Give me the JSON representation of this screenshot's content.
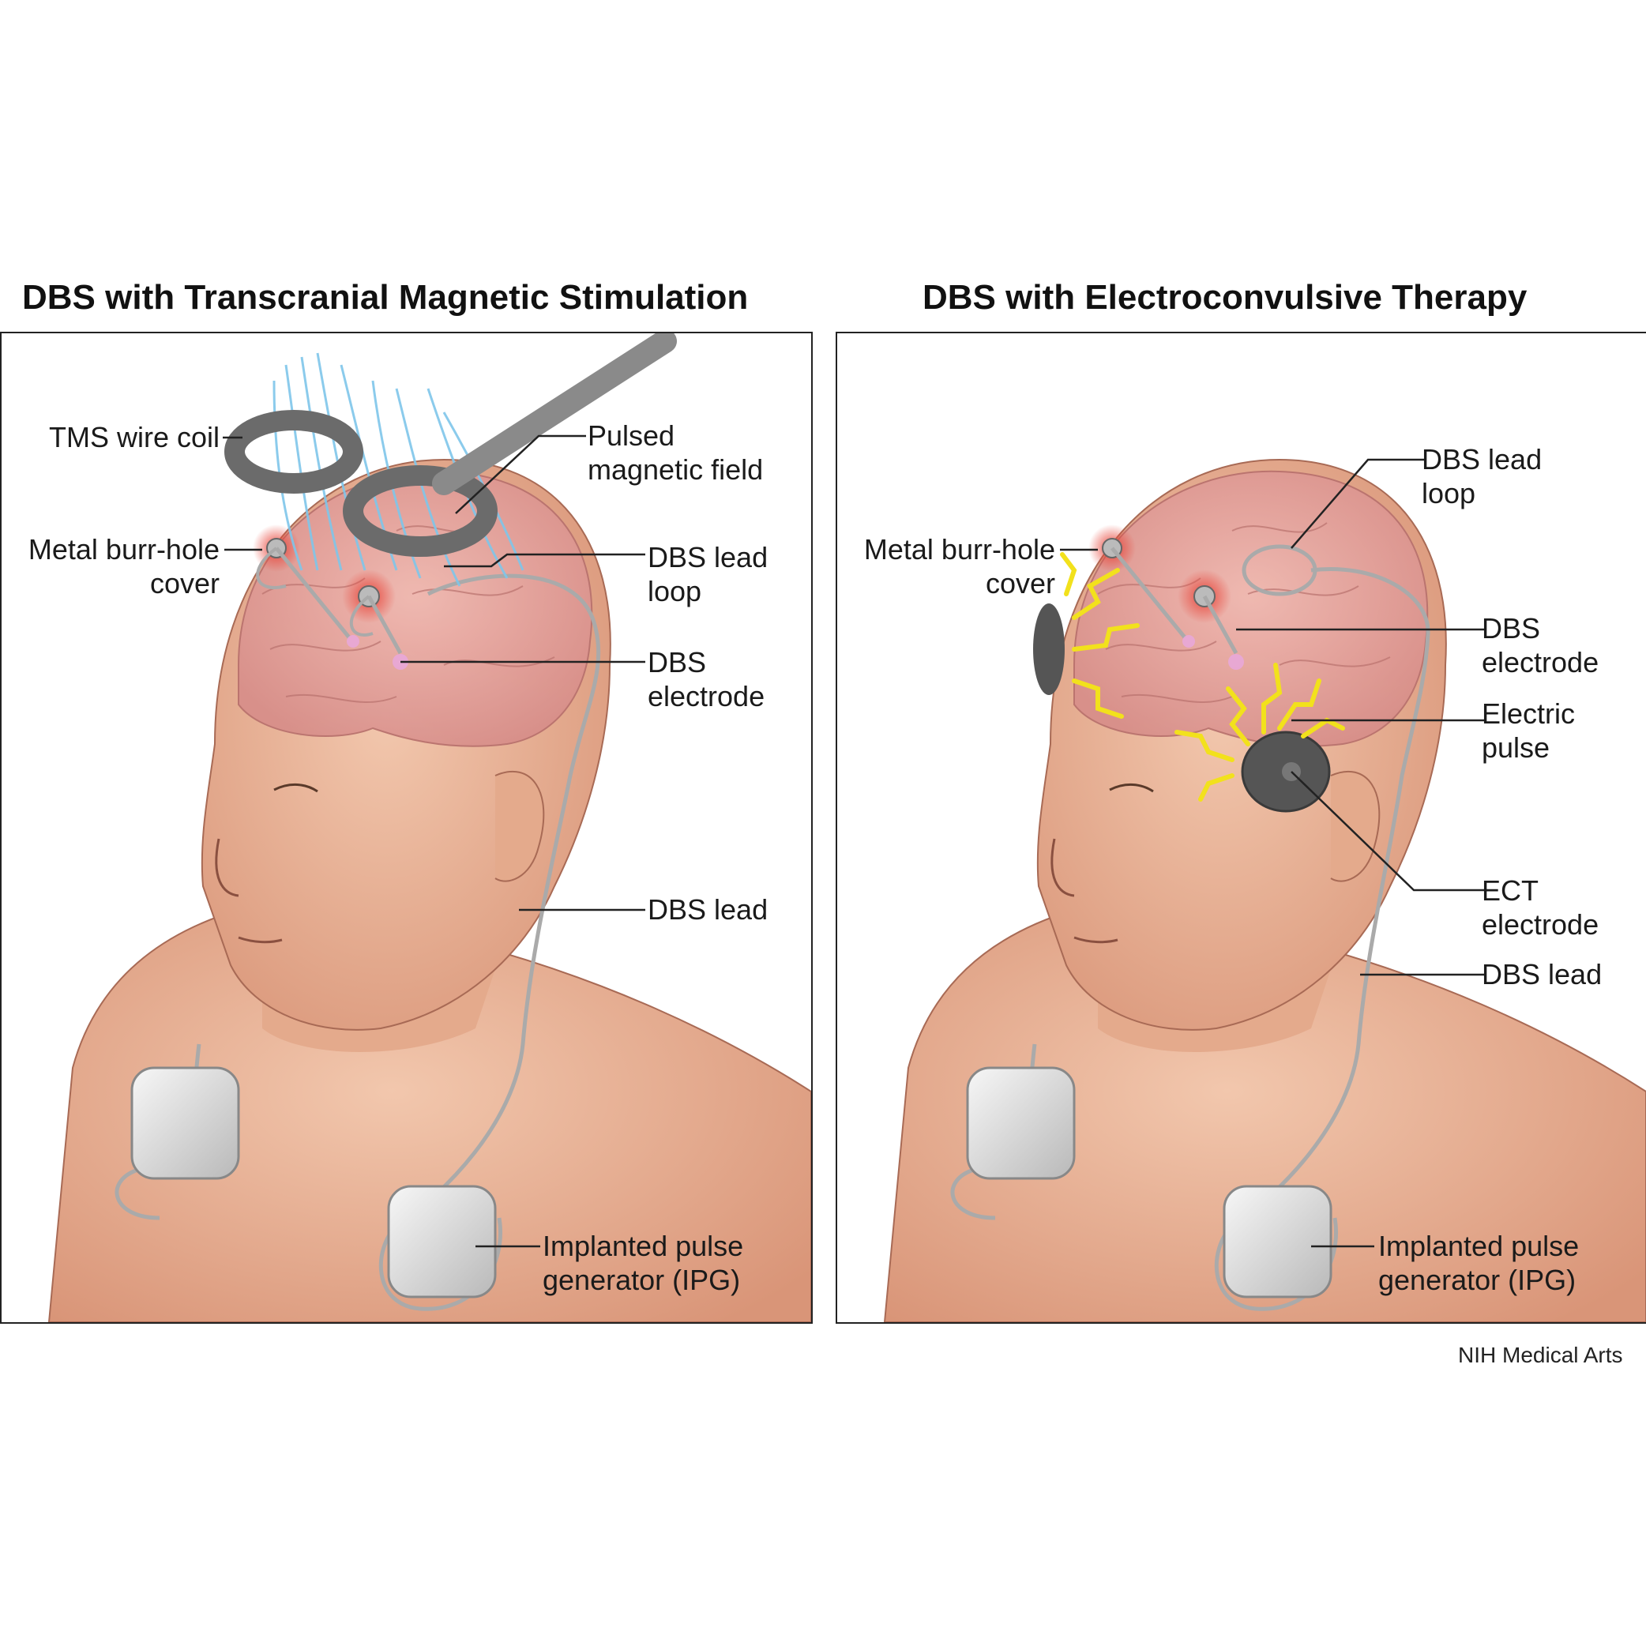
{
  "titles": {
    "left": "DBS with Transcranial Magnetic Stimulation",
    "right": "DBS with Electroconvulsive Therapy"
  },
  "left_labels": {
    "tms_coil": "TMS wire coil",
    "pulsed_field": [
      "Pulsed",
      "magnetic field"
    ],
    "burr_cover": [
      "Metal burr-hole",
      "cover"
    ],
    "lead_loop": [
      "DBS lead",
      "loop"
    ],
    "electrode": [
      "DBS",
      "electrode"
    ],
    "lead": "DBS lead",
    "ipg": [
      "Implanted pulse",
      "generator (IPG)"
    ]
  },
  "right_labels": {
    "lead_loop": [
      "DBS lead",
      "loop"
    ],
    "burr_cover": [
      "Metal burr-hole",
      "cover"
    ],
    "electrode": [
      "DBS",
      "electrode"
    ],
    "electric_pulse": [
      "Electric",
      "pulse"
    ],
    "ect_electrode": [
      "ECT",
      "electrode"
    ],
    "lead": "DBS lead",
    "ipg": [
      "Implanted pulse",
      "generator (IPG)"
    ]
  },
  "credit": "NIH Medical Arts",
  "colors": {
    "skin": "#eab69a",
    "brain": "#e6a3a0",
    "field": "#7fc6ea",
    "coil": "#6b6b6b",
    "pulse": "#f2e11c",
    "glow": "#e8453a"
  }
}
